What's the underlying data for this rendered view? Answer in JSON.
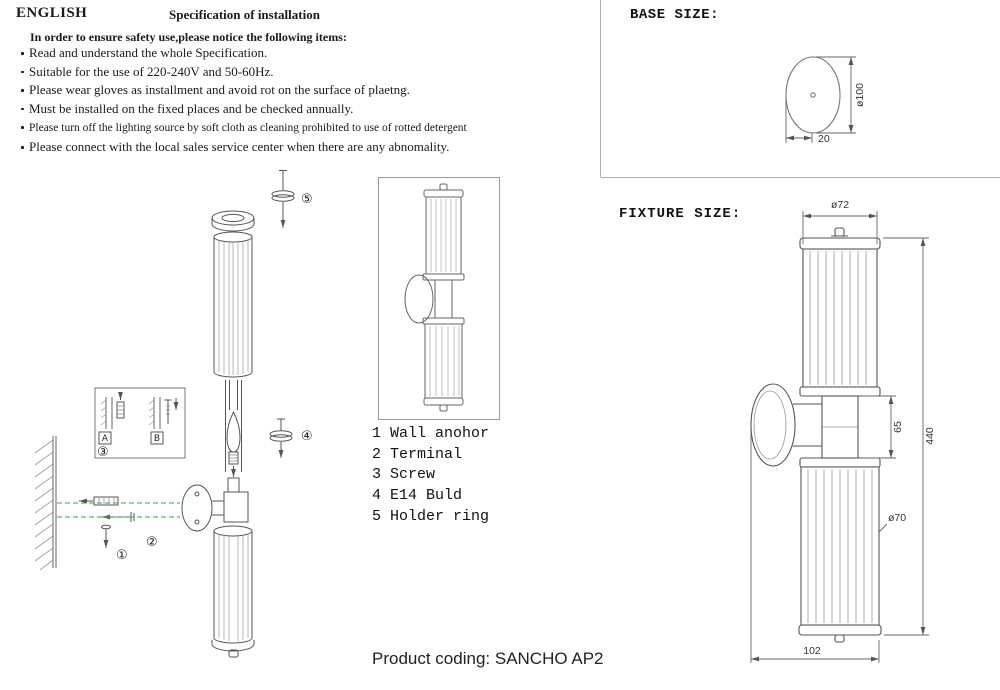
{
  "header": {
    "language": "ENGLISH",
    "title": "Specification of installation"
  },
  "safety": {
    "intro": "In order to ensure safety use,please notice the following items:",
    "items": [
      "Read and understand the whole Specification.",
      "Suitable for the use of 220-240V and 50-60Hz.",
      "Please wear gloves as installment and avoid rot on the surface of plaetng.",
      "Must be installed on the fixed places and be checked annually.",
      "Please turn off the lighting source by soft cloth as cleaning prohibited to use of rotted detergent",
      "Please connect with the local sales service center when there are any abnomality."
    ]
  },
  "parts_list": {
    "items": [
      {
        "num": "1",
        "name": "Wall anohor"
      },
      {
        "num": "2",
        "name": "Terminal"
      },
      {
        "num": "3",
        "name": "Screw"
      },
      {
        "num": "4",
        "name": "E14 Buld"
      },
      {
        "num": "5",
        "name": "Holder ring"
      }
    ]
  },
  "base_size": {
    "label": "BASE SIZE:",
    "dim_diameter": "ø100",
    "dim_depth": "20"
  },
  "fixture_size": {
    "label": "FIXTURE SIZE:",
    "dim_top_diameter": "ø72",
    "dim_mid_height": "65",
    "dim_total_height": "440",
    "dim_body_diameter": "ø70",
    "dim_base_width": "102"
  },
  "diagram": {
    "callout_1": "①",
    "callout_2": "②",
    "callout_3": "③",
    "callout_4": "④",
    "callout_5": "⑤",
    "detail_a": "A",
    "detail_b": "B"
  },
  "footer": {
    "product_coding": "Product coding: SANCHO AP2"
  }
}
